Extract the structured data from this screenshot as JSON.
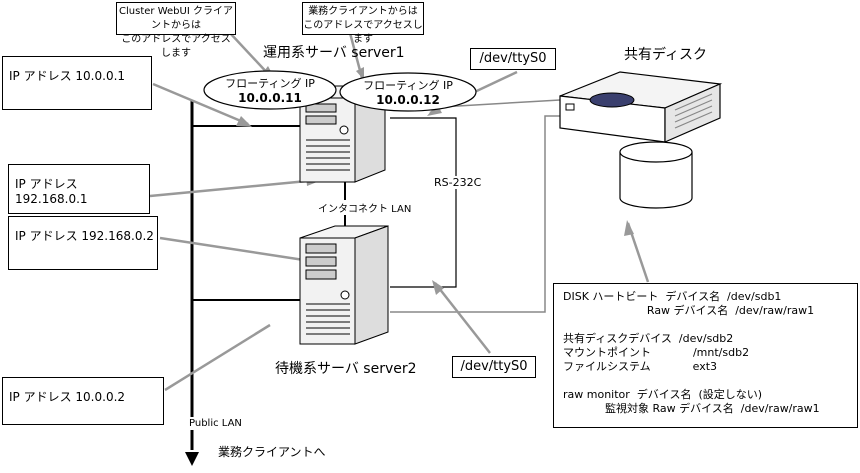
{
  "callouts": {
    "webui": [
      "Cluster WebUI クライアントからは",
      "このアドレスでアクセスします"
    ],
    "business": [
      "業務クライアントからは",
      "このアドレスでアクセスします"
    ]
  },
  "servers": {
    "active": "運用系サーバ  server1",
    "standby": "待機系サーバ  server2"
  },
  "shared_disk": "共有ディスク",
  "floating": [
    {
      "label": "フローティング IP",
      "address": "10.0.0.11"
    },
    {
      "label": "フローティング IP",
      "address": "10.0.0.12"
    }
  ],
  "ip_boxes": [
    "IP アドレス  10.0.0.1",
    "IP アドレス  192.168.0.1",
    "IP アドレス  192.168.0.2",
    "IP アドレス  10.0.0.2"
  ],
  "tty": [
    "/dev/ttyS0",
    "/dev/ttyS0"
  ],
  "links": {
    "rs232c": "RS-232C",
    "interconnect": "インタコネクト LAN",
    "public": "Public LAN",
    "to_clients": "業務クライアントへ"
  },
  "disk_info": [
    "DISK ハートビート  デバイス名  /dev/sdb1",
    "                        Raw デバイス名  /dev/raw/raw1",
    "",
    "共有ディスクデバイス  /dev/sdb2",
    "マウントポイント            /mnt/sdb2",
    "ファイルシステム            ext3",
    "",
    "raw monitor  デバイス名  (設定しない)",
    "            監視対象 Raw デバイス名  /dev/raw/raw1"
  ]
}
